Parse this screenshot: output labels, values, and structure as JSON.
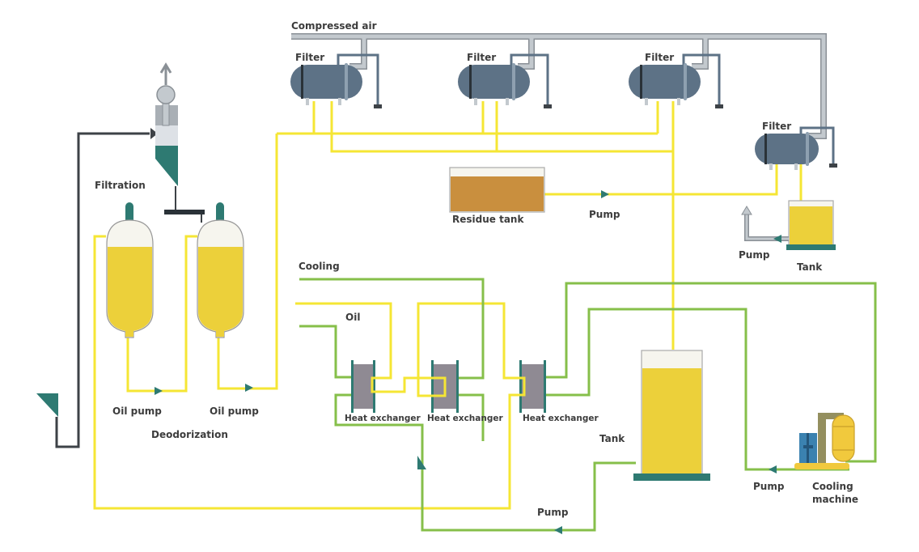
{
  "labels": {
    "compressed_air": "Compressed air",
    "filter": "Filter",
    "filtration": "Filtration",
    "oil_pump": "Oil pump",
    "deodorization": "Deodorization",
    "residue_tank": "Residue tank",
    "pump": "Pump",
    "tank": "Tank",
    "cooling": "Cooling",
    "oil": "Oil",
    "heat_exchanger": "Heat exchanger",
    "cooling_machine_1": "Cooling",
    "cooling_machine_2": "machine"
  },
  "colors": {
    "oil_pipe": "#f5e634",
    "cooling_pipe": "#86bf4a",
    "teal": "#2e7a72",
    "filter_body": "#5d7286",
    "air_pipe": "#c3c9ce",
    "residue": "#c98f3e",
    "oil_fill": "#ecd03a"
  }
}
